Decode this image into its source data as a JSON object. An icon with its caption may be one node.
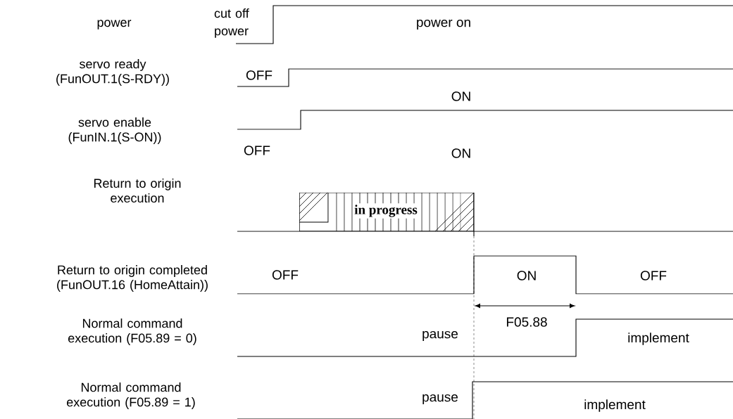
{
  "diagram": {
    "labels": [
      "power",
      "cut off power",
      "power on",
      "servo ready (FunOUT.1(S-RDY))",
      "OFF",
      "ON",
      "servo enable (FunIN.1(S-ON))",
      "OFF",
      "ON",
      "Return to origin execution",
      "in progress",
      "Return to origin completed (FunOUT.16 (HomeAttain))",
      "OFF",
      "ON",
      "OFF",
      "F05.88",
      "Normal command execution (F05.89 = 0)",
      "pause",
      "implement",
      "Normal command execution (F05.89 = 1)",
      "pause",
      "implement"
    ]
  }
}
